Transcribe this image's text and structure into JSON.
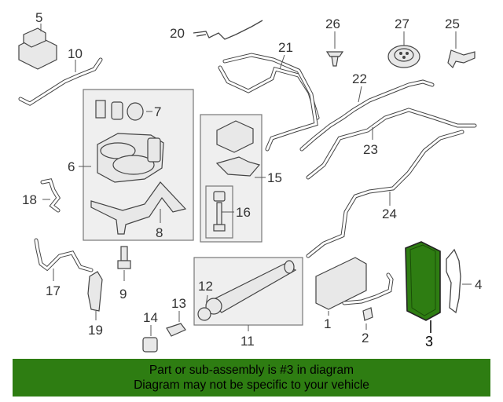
{
  "diagram": {
    "callouts": {
      "c1": "1",
      "c2": "2",
      "c3": "3",
      "c4": "4",
      "c5": "5",
      "c6": "6",
      "c7": "7",
      "c8": "8",
      "c9": "9",
      "c10": "10",
      "c11": "11",
      "c12": "12",
      "c13": "13",
      "c14": "14",
      "c15": "15",
      "c16": "16",
      "c17": "17",
      "c18": "18",
      "c19": "19",
      "c20": "20",
      "c21": "21",
      "c22": "22",
      "c23": "23",
      "c24": "24",
      "c25": "25",
      "c26": "26",
      "c27": "27"
    },
    "highlight_color": "#2e7d12"
  },
  "banner": {
    "line1": "Part or sub-assembly is #3 in diagram",
    "line2": "Diagram may not be specific to your vehicle",
    "background": "#2e7d12"
  }
}
